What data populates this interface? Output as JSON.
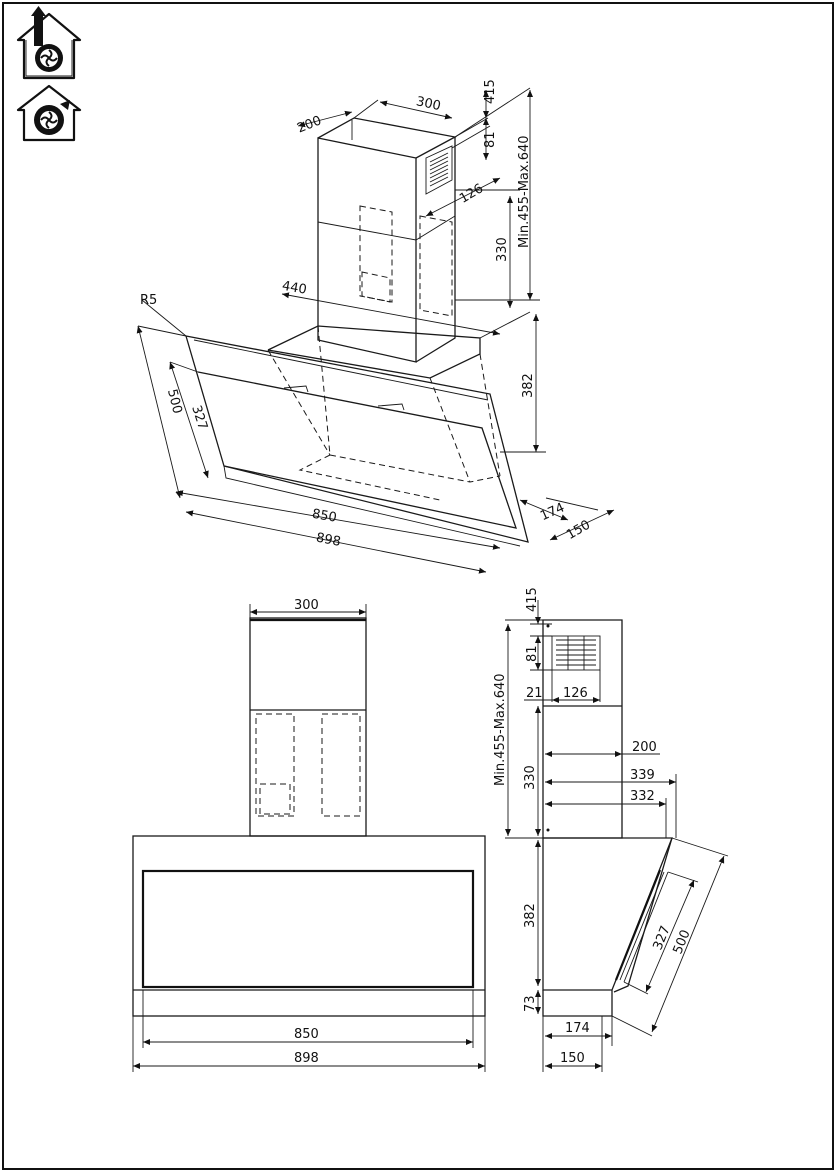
{
  "icons": {
    "ducted": "ducted-mode-icon",
    "recirculating": "recirculating-mode-icon"
  },
  "iso": {
    "r5": "R5",
    "d300": "300",
    "d200": "200",
    "d415": "415",
    "d81": "81",
    "d126": "126",
    "minmax": "Min.455-Max.640",
    "d330": "330",
    "d440": "440",
    "d382": "382",
    "d500": "500",
    "d327": "327",
    "d850": "850",
    "d898": "898",
    "d174": "174",
    "d150": "150"
  },
  "front": {
    "d300": "300",
    "d850": "850",
    "d898": "898"
  },
  "side": {
    "d415": "415",
    "d81": "81",
    "d21": "21",
    "d126": "126",
    "minmax": "Min.455-Max.640",
    "d200": "200",
    "d330": "330",
    "d339": "339",
    "d332": "332",
    "d382": "382",
    "d327": "327",
    "d500": "500",
    "d73": "73",
    "d174": "174",
    "d150": "150"
  }
}
